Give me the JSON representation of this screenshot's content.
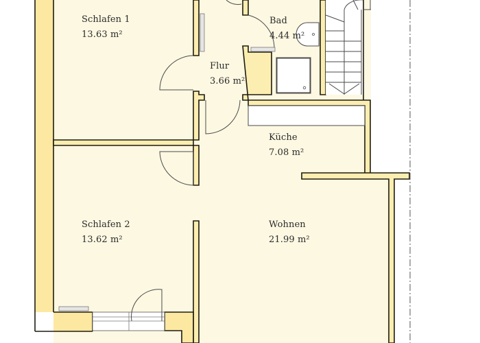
{
  "floorplan": {
    "colors": {
      "floor": "#fdf8e2",
      "wall_fill": "#fbeeb0",
      "outer_wall": "#fce8a0",
      "wall_line": "#1e1a10",
      "fixture_line": "#4a4a4a",
      "text": "#2a2a2a"
    },
    "rooms": [
      {
        "id": "schlafen-1",
        "name": "Schlafen 1",
        "area": "13.63 m²"
      },
      {
        "id": "flur",
        "name": "Flur",
        "area": "3.66 m²"
      },
      {
        "id": "bad",
        "name": "Bad",
        "area": "4.44 m²"
      },
      {
        "id": "kueche",
        "name": "Küche",
        "area": "7.08 m²"
      },
      {
        "id": "schlafen-2",
        "name": "Schlafen 2",
        "area": "13.62 m²"
      },
      {
        "id": "wohnen",
        "name": "Wohnen",
        "area": "21.99 m²"
      }
    ],
    "fixtures": [
      "stairs",
      "bathtub-shower",
      "washbasin",
      "kitchen-counter",
      "radiators",
      "balcony-door",
      "property-line"
    ]
  }
}
